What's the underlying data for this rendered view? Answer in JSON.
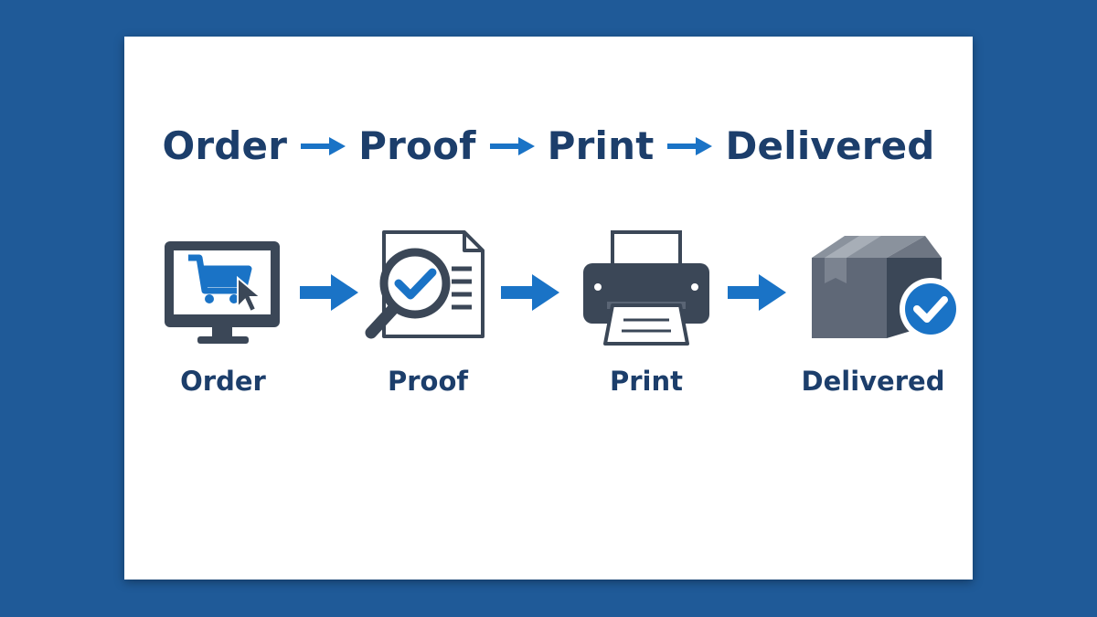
{
  "heading": {
    "words": [
      "Order",
      "Proof",
      "Print",
      "Delivered"
    ]
  },
  "steps": [
    {
      "label": "Order",
      "icon": "monitor-cart-icon"
    },
    {
      "label": "Proof",
      "icon": "document-magnifier-check-icon"
    },
    {
      "label": "Print",
      "icon": "printer-icon"
    },
    {
      "label": "Delivered",
      "icon": "box-check-icon"
    }
  ],
  "colors": {
    "background": "#1f5a98",
    "card": "#ffffff",
    "text": "#1c3e6b",
    "accent_blue": "#1a73c6",
    "icon_gray": "#3b4757"
  }
}
